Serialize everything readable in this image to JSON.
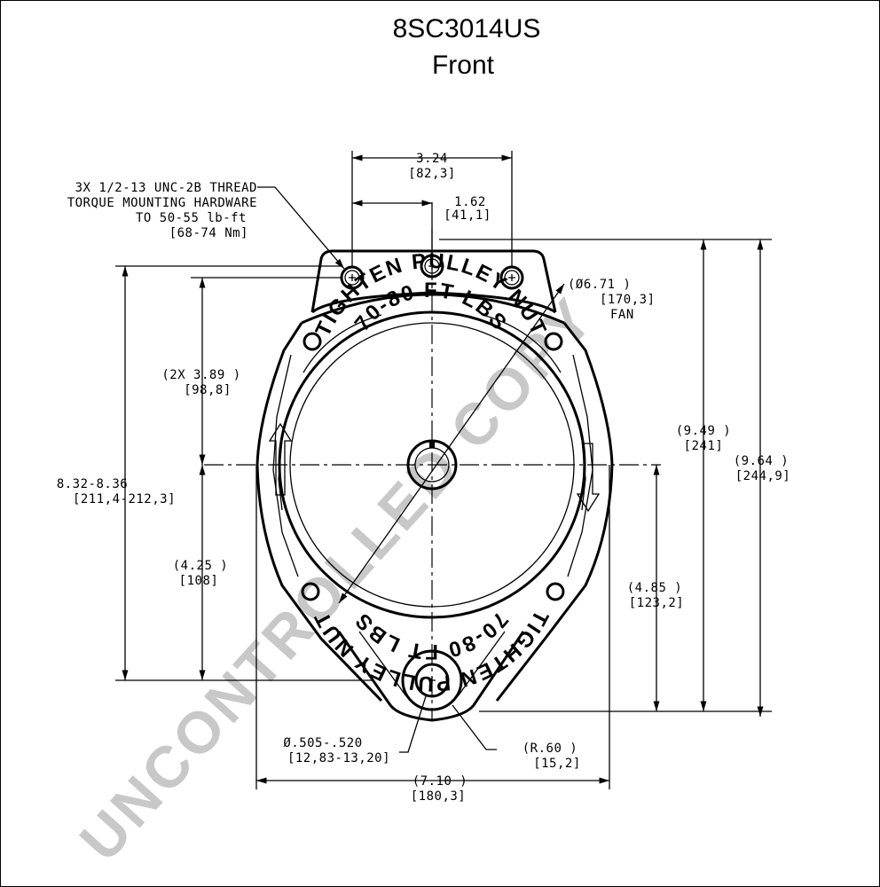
{
  "drawing": {
    "title": "8SC3014US",
    "subtitle": "Front",
    "watermark": "UNCONTROLLED COPY"
  },
  "embossed_text": {
    "top_line1": "TIGHTEN PULLEY NUT",
    "top_line2": "70-80 FT LBS",
    "bottom_line1": "TIGHTEN PULLEY NUT",
    "bottom_line2": "70-80 FT LBS"
  },
  "notes": {
    "thread_line1": "3X 1/2-13 UNC-2B THREAD",
    "thread_line2": "TORQUE MOUNTING HARDWARE",
    "thread_line3": "TO 50-55 lb-ft",
    "thread_line4": "[68-74 Nm]"
  },
  "dimensions": {
    "hole_span": "3.24",
    "hole_span_mm": "[82,3]",
    "hole_half": "1.62",
    "hole_half_mm": "[41,1]",
    "fan_dia": "(Ø6.71    )",
    "fan_dia_mm": "[170,3]",
    "fan_label": "FAN",
    "upper_height": "(2X 3.89  )",
    "upper_height_mm": "[98,8]",
    "mount_span": "8.32-8.36",
    "mount_span_mm": "[211,4-212,3]",
    "lower_height": "(4.25  )",
    "lower_height_mm": "[108]",
    "overall_to_center": "(9.49  )",
    "overall_to_center_mm": "[241]",
    "overall_height": "(9.64    )",
    "overall_height_mm": "[244,9]",
    "center_to_base": "(4.85    )",
    "center_to_base_mm": "[123,2]",
    "bore_dia": "Ø.505-.520",
    "bore_dia_mm": "[12,83-13,20]",
    "radius": "(R.60    )",
    "radius_mm": "[15,2]",
    "overall_width": "(7.10    )",
    "overall_width_mm": "[180,3]"
  }
}
